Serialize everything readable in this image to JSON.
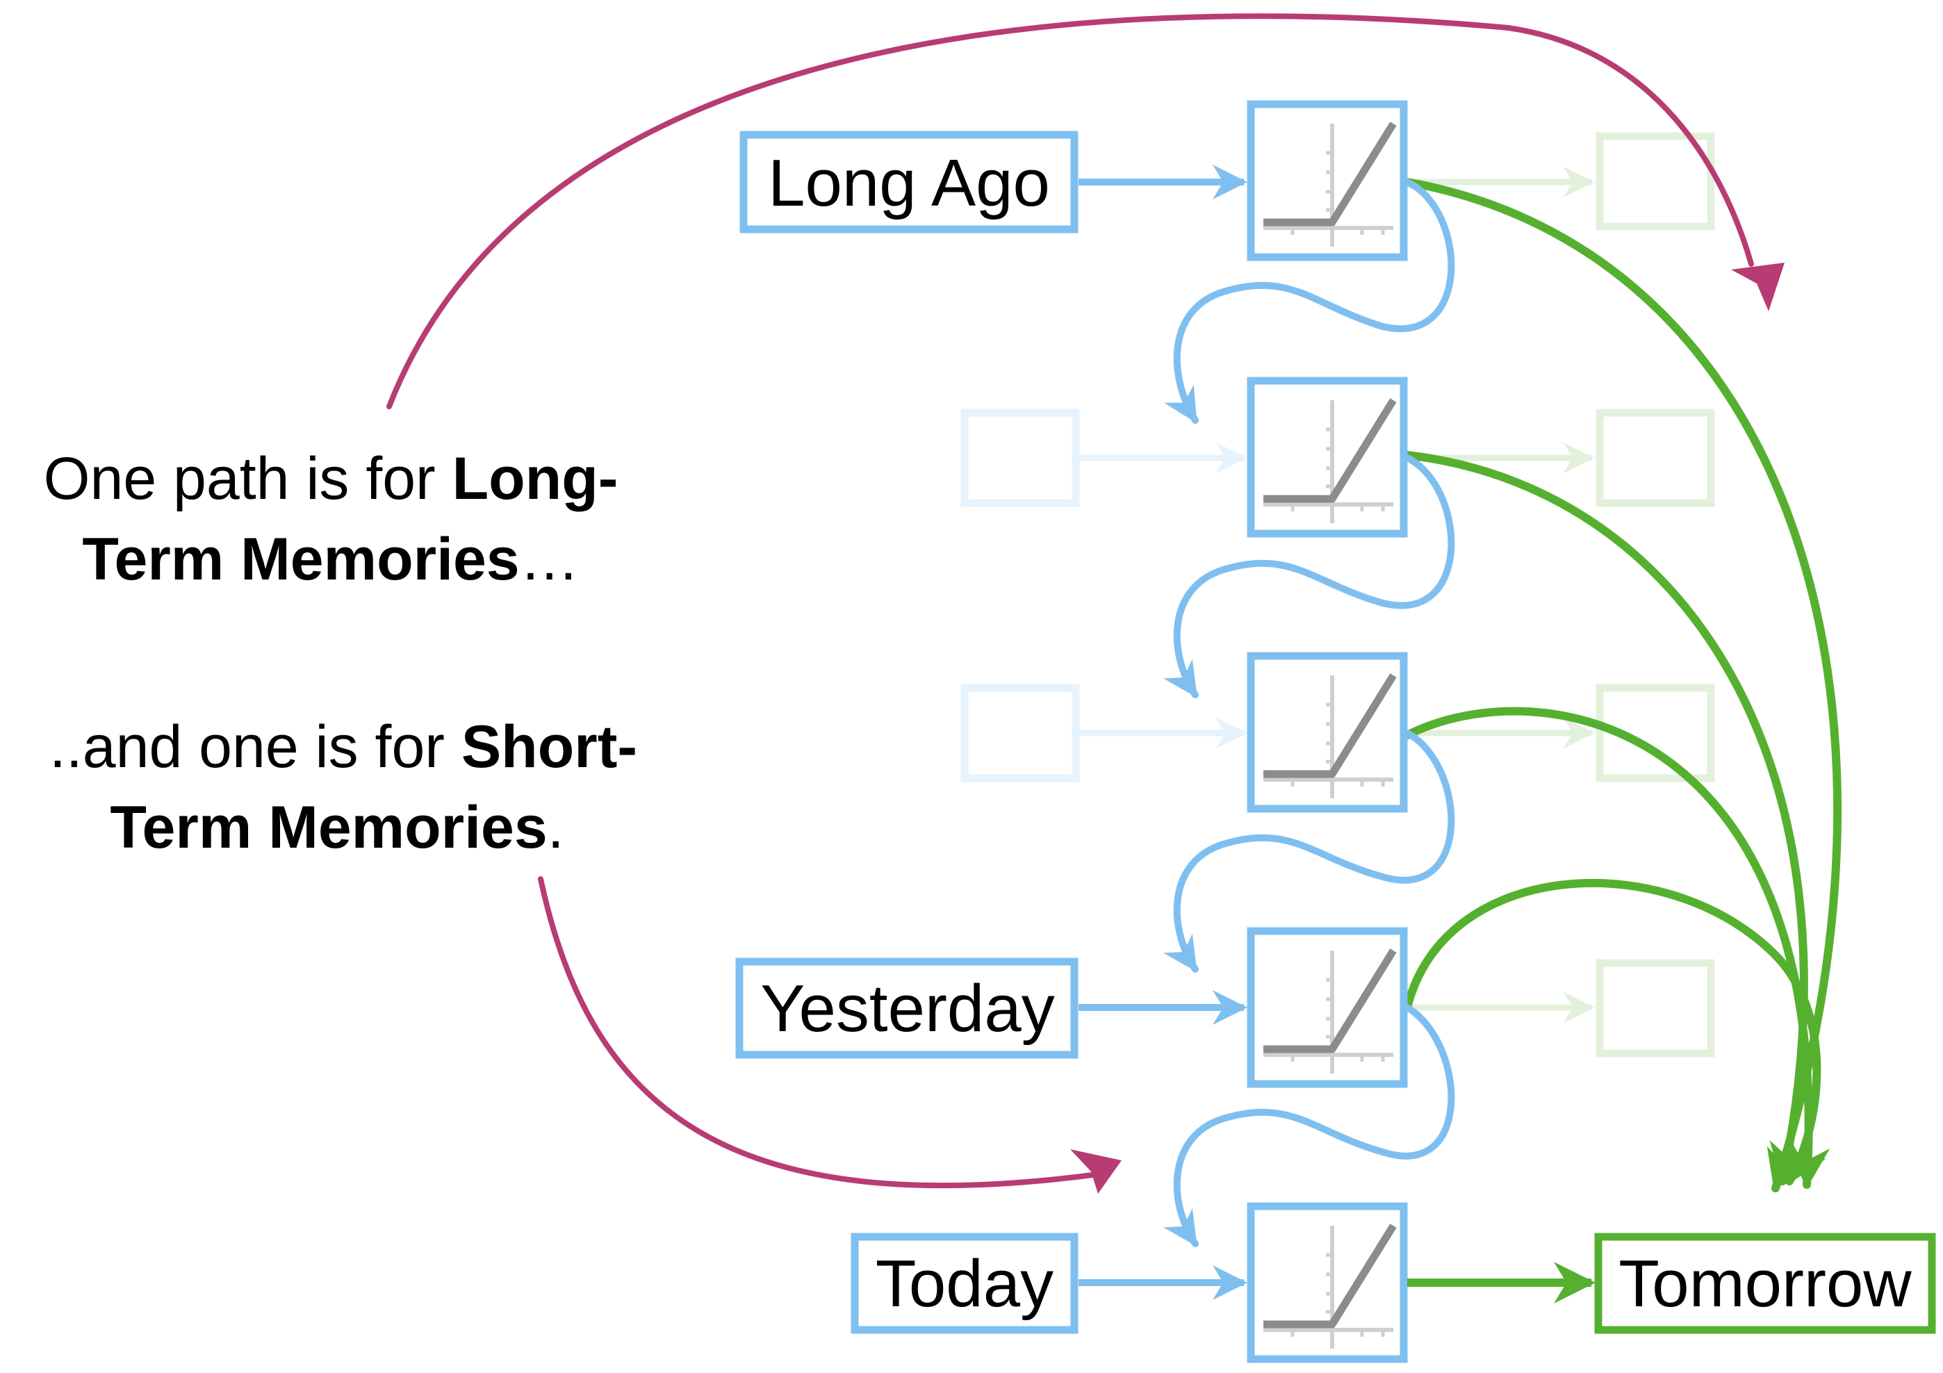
{
  "inputs": {
    "long_ago": "Long Ago",
    "yesterday": "Yesterday",
    "today": "Today"
  },
  "output": {
    "tomorrow": "Tomorrow"
  },
  "captions": {
    "long_term": {
      "line1_regular": "One path is for ",
      "line1_bold": "Long-",
      "line2_bold": "Term Memories",
      "line2_regular": "…"
    },
    "short_term": {
      "line1_regular": "..and one is for ",
      "line1_bold": "Short-",
      "line2_bold": "Term Memories",
      "line2_regular": "."
    }
  },
  "colors": {
    "blue": "#7fbff0",
    "green": "#56b030",
    "magenta": "#b83c74",
    "faded_blue": "#e6f2fc",
    "faded_green": "#e3f0dc",
    "relu_gray": "#8c8c8c",
    "relu_axis": "#cfcfcf"
  },
  "icons": {
    "unit": "relu-activation-icon"
  }
}
